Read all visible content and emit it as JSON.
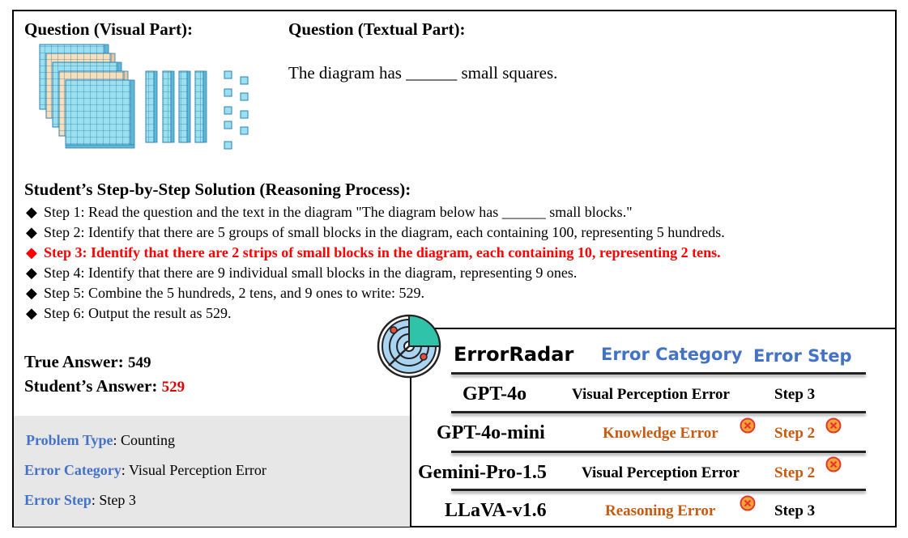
{
  "visual_heading": "Question (Visual Part):",
  "textual_heading": "Question (Textual Part):",
  "question_text": "The diagram has ______ small squares.",
  "solution_heading": "Student’s Step-by-Step Solution (Reasoning Process):",
  "steps": [
    {
      "text": "Step 1: Read the question and the text in the diagram \"The diagram below has ______ small blocks.\"",
      "erroneous": false
    },
    {
      "text": "Step 2: Identify that there are 5 groups of small blocks in the diagram, each containing 100, representing 5 hundreds.",
      "erroneous": false
    },
    {
      "text": "Step 3: Identify that there are 2 strips of small blocks in the diagram, each containing 10, representing 2 tens.",
      "erroneous": true
    },
    {
      "text": "Step 4: Identify that there are 9 individual small blocks in the diagram, representing 9 ones.",
      "erroneous": false
    },
    {
      "text": "Step 5: Combine the 5 hundreds, 2 tens, and 9 ones to write: 529.",
      "erroneous": false
    },
    {
      "text": "Step 6: Output the result as 529.",
      "erroneous": false
    }
  ],
  "bullet": "◆",
  "true_answer": {
    "label": "True Answer",
    "value": "549"
  },
  "student_answer": {
    "label": "Student’s Answer",
    "value": "529"
  },
  "meta": {
    "problem_type": {
      "key": "Problem Type",
      "value": "Counting"
    },
    "error_category": {
      "key": "Error Category",
      "value": "Visual Perception Error"
    },
    "error_step": {
      "key": "Error Step",
      "value": "Step 3"
    }
  },
  "radar": {
    "title": "ErrorRadar",
    "col_category": "Error Category",
    "col_step": "Error Step",
    "rows": [
      {
        "model": "GPT-4o",
        "category": "Visual Perception Error",
        "category_wrong": false,
        "step": "Step 3",
        "step_wrong": false
      },
      {
        "model": "GPT-4o-mini",
        "category": "Knowledge Error",
        "category_wrong": true,
        "step": "Step 2",
        "step_wrong": true
      },
      {
        "model": "Gemini-Pro-1.5",
        "category": "Visual Perception Error",
        "category_wrong": false,
        "step": "Step 2",
        "step_wrong": true
      },
      {
        "model": "LLaVA-v1.6",
        "category": "Reasoning Error",
        "category_wrong": true,
        "step": "Step 3",
        "step_wrong": false
      }
    ]
  },
  "colors": {
    "block_blue": "#9be0ef",
    "block_tan": "#f8dfba",
    "block_edge": "#2d7fb3",
    "highlight_red": "#ff0000",
    "meta_key_blue": "#4472c4",
    "radar_header_blue": "#4472c4",
    "wrong_orange": "#c55a11",
    "meta_bg": "#e7e7e7"
  }
}
